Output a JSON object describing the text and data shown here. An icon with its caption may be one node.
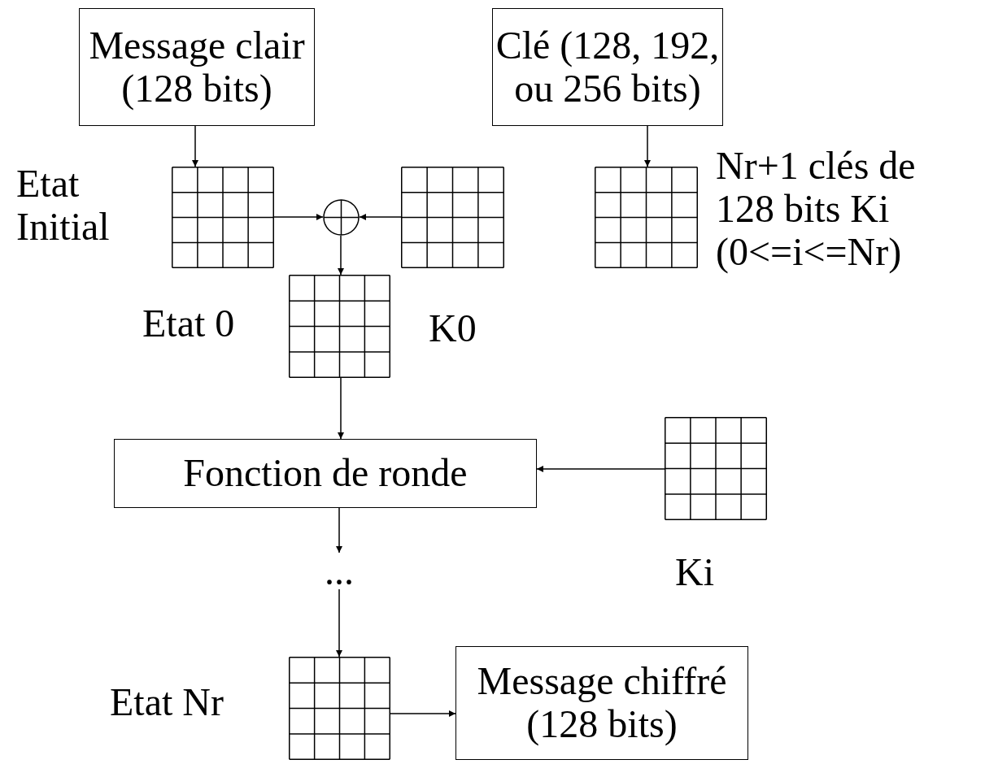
{
  "diagram": {
    "nodes": [
      {
        "text": [
          "Message clair (128 bits)"
        ]
      },
      {
        "text": [
          "Clé (128, 192, ou 256 bits)"
        ]
      },
      {
        "text": [],
        "shape": "grid",
        "beside": [
          "Etat Initial"
        ]
      },
      {
        "text": [],
        "shape": "circle"
      },
      {
        "text": [],
        "shape": "grid",
        "beside": [
          "K0"
        ]
      },
      {
        "text": [],
        "shape": "grid",
        "beside": [
          "Nr+1 clés de 128 bits Ki (0<=i<=Nr)"
        ]
      },
      {
        "text": [],
        "shape": "grid",
        "beside": [
          "Etat 0"
        ]
      },
      {
        "text": [
          "Fonction de ronde"
        ]
      },
      {
        "text": [],
        "shape": "grid",
        "beside": [
          "Ki"
        ]
      },
      {
        "text": [
          "..."
        ]
      },
      {
        "text": [],
        "shape": "grid",
        "beside": [
          "Etat Nr"
        ]
      },
      {
        "text": [
          "Message chiffré (128 bits)"
        ]
      }
    ],
    "edges": [
      {
        "from": 0,
        "to": 2,
        "arrow": "to"
      },
      {
        "from": 1,
        "to": 5,
        "arrow": "to"
      },
      {
        "from": 2,
        "to": 3,
        "arrow": "to"
      },
      {
        "from": 4,
        "to": 3,
        "arrow": "to"
      },
      {
        "from": 3,
        "to": 6,
        "arrow": "to"
      },
      {
        "from": 6,
        "to": 7,
        "arrow": "to"
      },
      {
        "from": 8,
        "to": 7,
        "arrow": "to"
      },
      {
        "from": 7,
        "to": 9,
        "arrow": "to"
      },
      {
        "from": 9,
        "to": 10,
        "arrow": "to"
      },
      {
        "from": 10,
        "to": 11,
        "arrow": "to"
      }
    ]
  }
}
